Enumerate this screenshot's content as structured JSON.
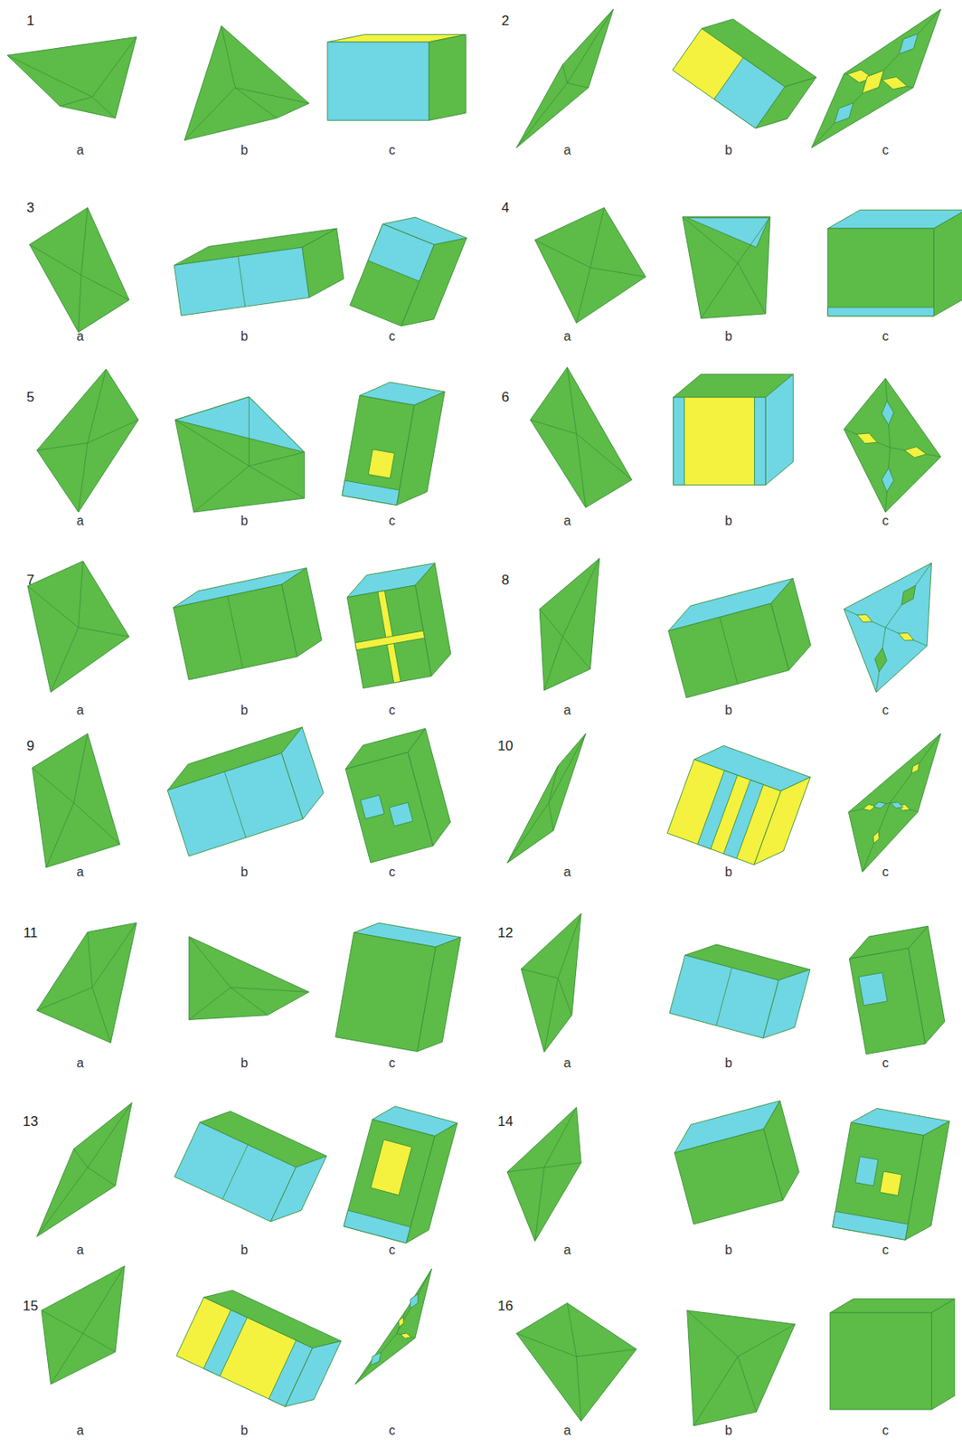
{
  "diagram": {
    "labels": [
      "1",
      "a",
      "b",
      "c",
      "2",
      "a",
      "b",
      "c",
      "3",
      "a",
      "b",
      "c",
      "4",
      "a",
      "b",
      "c",
      "5",
      "a",
      "b",
      "c",
      "6",
      "a",
      "b",
      "c",
      "7",
      "a",
      "b",
      "c",
      "8",
      "a",
      "b",
      "c",
      "9",
      "a",
      "b",
      "c",
      "10",
      "a",
      "b",
      "c",
      "11",
      "a",
      "b",
      "c",
      "12",
      "a",
      "b",
      "c",
      "13",
      "a",
      "b",
      "c",
      "14",
      "a",
      "b",
      "c",
      "15",
      "a",
      "b",
      "c",
      "16",
      "a",
      "b",
      "c"
    ]
  }
}
